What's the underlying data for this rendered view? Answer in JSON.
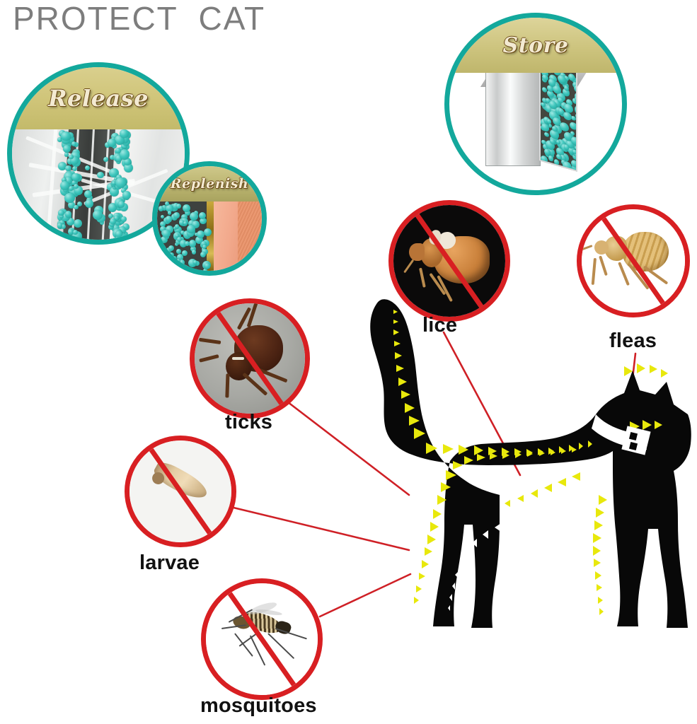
{
  "title": "PROTECT  CAT",
  "colors": {
    "teal_ring": "#13a89c",
    "red_ring": "#d81f22",
    "leader_line": "#cf2026",
    "title_gray": "#7d7d7d",
    "arrow_yellow": "#e8e80c",
    "arrow_white": "#ffffff",
    "cat_black": "#080808",
    "banner_gold": "#cfc478"
  },
  "technology_callouts": [
    {
      "id": "release",
      "label": "Release",
      "ring": "teal",
      "description": "Collar cross-section releasing teal active-ingredient beads into the fur"
    },
    {
      "id": "replenish",
      "label": "Replenish",
      "ring": "teal",
      "description": "Beads replenishing through the skin and hair layers"
    },
    {
      "id": "store",
      "label": "Store",
      "ring": "teal",
      "description": "Collar matrix block storing teal active-ingredient beads"
    }
  ],
  "pest_callouts": [
    {
      "id": "lice",
      "label": "lice",
      "ring": "red",
      "blocked": true
    },
    {
      "id": "fleas",
      "label": "fleas",
      "ring": "red",
      "blocked": true
    },
    {
      "id": "ticks",
      "label": "ticks",
      "ring": "red",
      "blocked": true
    },
    {
      "id": "larvae",
      "label": "larvae",
      "ring": "red",
      "blocked": true
    },
    {
      "id": "mosquitoes",
      "label": "mosquitoes",
      "ring": "red",
      "blocked": true
    }
  ],
  "animal": {
    "species": "cat",
    "silhouette_color": "#080808",
    "collar": {
      "color": "#ffffff",
      "buckle": "square"
    },
    "flow_arrows": {
      "yellow_trails": 6,
      "white_trails": 3,
      "direction": "from collar outward along back, tail and legs"
    }
  }
}
